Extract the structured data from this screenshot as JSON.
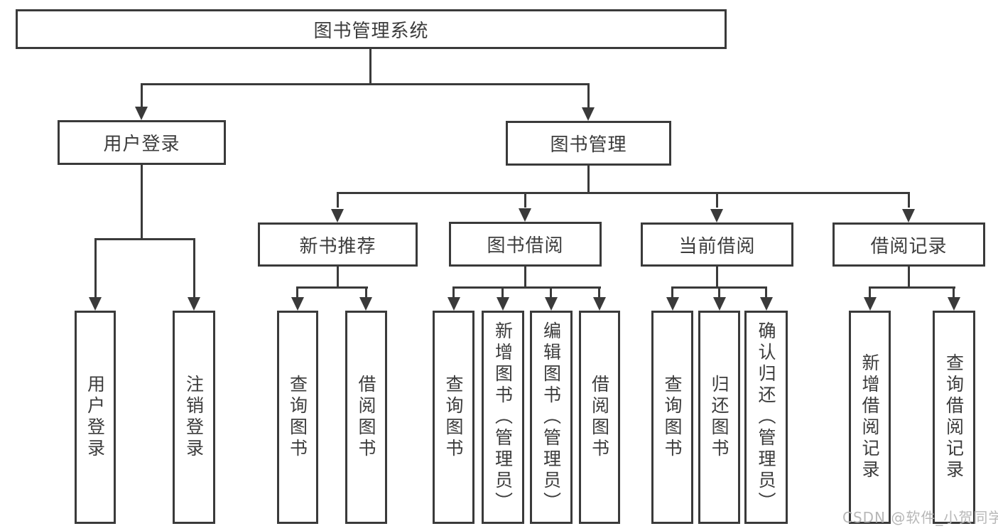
{
  "tree": {
    "root": {
      "label": "图书管理系统"
    },
    "level2": [
      {
        "label": "用户登录"
      },
      {
        "label": "图书管理"
      }
    ],
    "level3": [
      {
        "label": "新书推荐"
      },
      {
        "label": "图书借阅"
      },
      {
        "label": "当前借阅"
      },
      {
        "label": "借阅记录"
      }
    ],
    "leaves": {
      "user_login": [
        {
          "label": "用户登录"
        },
        {
          "label": "注销登录"
        }
      ],
      "new_book": [
        {
          "label": "查询图书"
        },
        {
          "label": "借阅图书"
        }
      ],
      "book_borrow": [
        {
          "label": "查询图书"
        },
        {
          "label": "新增图书（管理员）"
        },
        {
          "label": "编辑图书（管理员）"
        },
        {
          "label": "借阅图书"
        }
      ],
      "current_borrow": [
        {
          "label": "查询图书"
        },
        {
          "label": "归还图书"
        },
        {
          "label": "确认归还（管理员）"
        }
      ],
      "borrow_records": [
        {
          "label": "新增借阅记录"
        },
        {
          "label": "查询借阅记录"
        }
      ]
    }
  },
  "colors": {
    "line": "#3a3a3a",
    "text": "#3c3c3c",
    "watermark": "#b7b7b7"
  },
  "watermark": {
    "text": "CSDN @软件_小贺同学"
  }
}
